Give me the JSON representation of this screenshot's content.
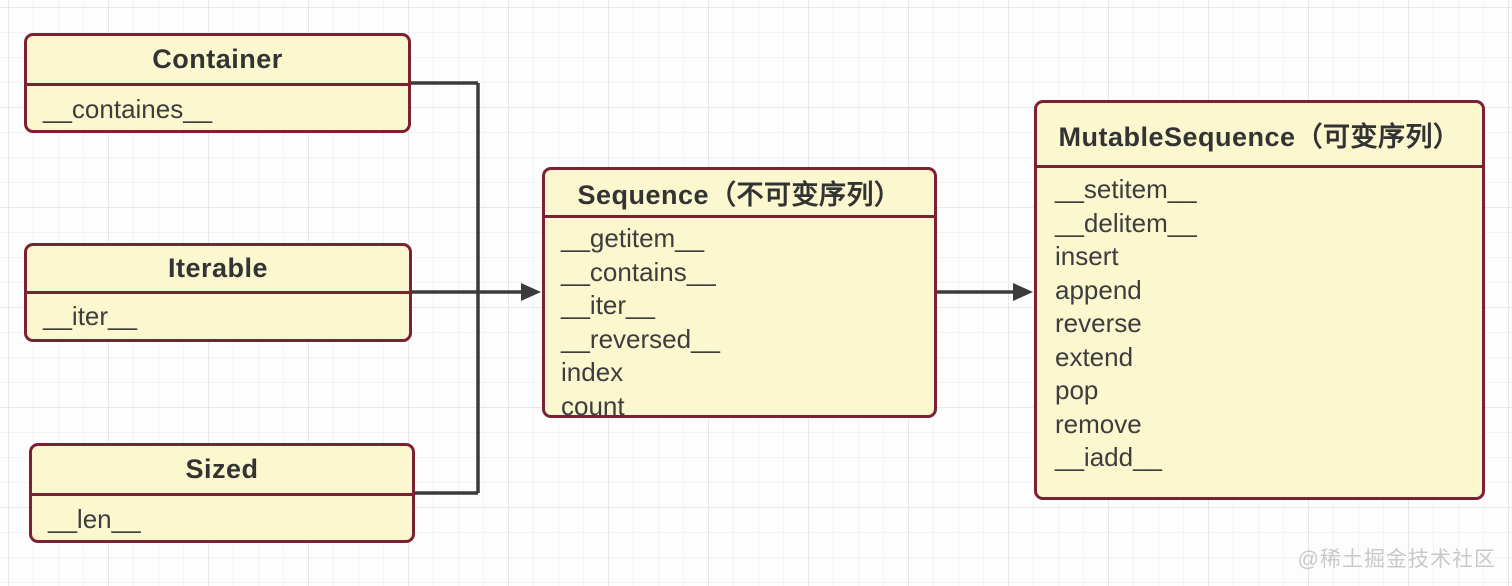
{
  "diagram": {
    "classes": [
      {
        "id": "container",
        "title": "Container",
        "members": [
          "__containes__"
        ]
      },
      {
        "id": "iterable",
        "title": "Iterable",
        "members": [
          "__iter__"
        ]
      },
      {
        "id": "sized",
        "title": "Sized",
        "members": [
          "__len__"
        ]
      },
      {
        "id": "sequence",
        "title": "Sequence（不可变序列）",
        "members": [
          "__getitem__",
          "__contains__",
          "__iter__",
          "__reversed__",
          "index",
          "count"
        ]
      },
      {
        "id": "mutable_sequence",
        "title": "MutableSequence（可变序列）",
        "members": [
          "__setitem__",
          "__delitem__",
          "insert",
          "append",
          "reverse",
          "extend",
          "pop",
          "remove",
          "__iadd__"
        ]
      }
    ],
    "relations": [
      {
        "from": "container",
        "to": "sequence",
        "type": "arrow"
      },
      {
        "from": "iterable",
        "to": "sequence",
        "type": "arrow"
      },
      {
        "from": "sized",
        "to": "sequence",
        "type": "arrow"
      },
      {
        "from": "sequence",
        "to": "mutable_sequence",
        "type": "arrow"
      }
    ]
  },
  "watermark": "@稀土掘金技术社区",
  "colors": {
    "box_fill": "#fbf8d0",
    "box_border": "#7c2033",
    "connector": "#3b3b3b",
    "title_text": "#333333",
    "member_text": "#3d3d3d",
    "grid_minor": "#f3f3f6",
    "grid_major": "#e7e7eb",
    "watermark_text": "#c9c9c9"
  }
}
